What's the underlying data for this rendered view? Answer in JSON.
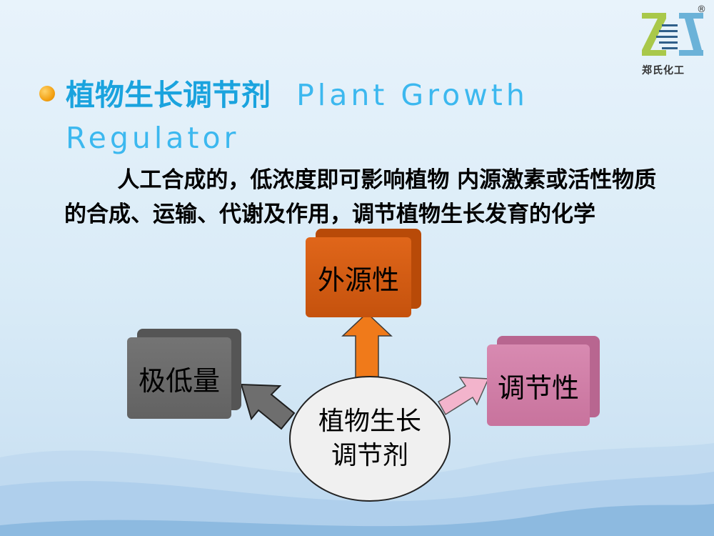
{
  "logo": {
    "text": "郑氏化工",
    "registered": "®"
  },
  "title": {
    "zh": "植物生长调节剂",
    "en": "Plant Growth Regulator"
  },
  "body": "人工合成的，低浓度即可影响植物  内源激素或活性物质的合成、运输、代谢及作用，调节植物生长发育的化学",
  "diagram": {
    "center": {
      "line1": "植物生长",
      "line2": "调节剂"
    },
    "nodes": [
      {
        "id": "top",
        "label": "外源性",
        "color": "#d65a0e"
      },
      {
        "id": "left",
        "label": "极低量",
        "color": "#6a6a6a"
      },
      {
        "id": "right",
        "label": "调节性",
        "color": "#cf7fa7"
      }
    ],
    "colors": {
      "title": "#1aa3de",
      "bullet": "#f3a215",
      "arrow_top": "#f07a1a",
      "arrow_left": "#6e6e6e",
      "arrow_right": "#f3b4cc"
    }
  }
}
